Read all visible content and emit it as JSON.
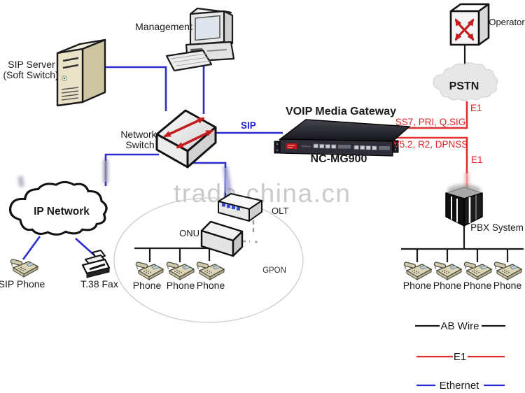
{
  "watermark": {
    "text": "trade.china.cn"
  },
  "nodes": {
    "sip_server": {
      "line1": "SIP Server",
      "line2": "(Soft Switch)"
    },
    "management": {
      "label": "Management"
    },
    "network_switch": {
      "line1": "Network",
      "line2": "Switch"
    },
    "gateway": {
      "title": "VOIP Media Gateway",
      "model": "NC-MG900"
    },
    "operator": {
      "label": "Operator"
    },
    "pstn": {
      "label": "PSTN"
    },
    "pbx": {
      "label": "PBX System"
    },
    "ip_network": {
      "label": "IP Network"
    },
    "sip_phone": {
      "label": "SIP Phone"
    },
    "t38_fax": {
      "label": "T.38 Fax"
    },
    "olt": {
      "label": "OLT"
    },
    "onu": {
      "label": "ONU"
    },
    "gpon": {
      "label": "GPON"
    },
    "phone": {
      "label": "Phone"
    }
  },
  "links": {
    "sip": "SIP",
    "e1_top": "E1",
    "ss7_pri_qsig": "SS7, PRI, Q.SIG",
    "v52_r2_dpnss": "V5.2, R2, DPNSS",
    "e1_bottom": "E1"
  },
  "legend": [
    {
      "label": "AB Wire",
      "color": "#1a1a1a"
    },
    {
      "label": "E1",
      "color": "#e03030"
    },
    {
      "label": "Ethernet",
      "color": "#2b2bce"
    }
  ],
  "line_colors": {
    "ethernet": "#2b2bce",
    "e1": "#e03030",
    "ab_wire": "#1a1a1a",
    "fiber": "#999999"
  }
}
